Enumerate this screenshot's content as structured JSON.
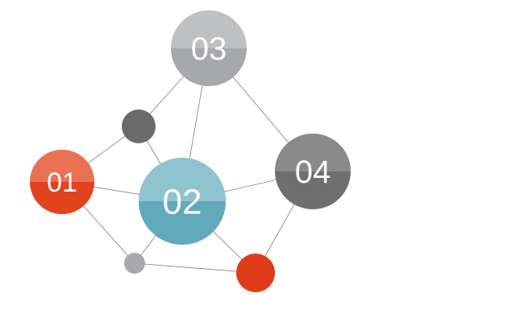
{
  "diagram": {
    "nodes": [
      {
        "id": "n01",
        "label": "01",
        "fill": "#e2431f",
        "gloss": "#e97255"
      },
      {
        "id": "n02",
        "label": "02",
        "fill": "#61a9bb",
        "gloss": "#90c3d0"
      },
      {
        "id": "n03",
        "label": "03",
        "fill": "#a7a8ab",
        "gloss": "#bfc0c2"
      },
      {
        "id": "n04",
        "label": "04",
        "fill": "#6f6f6f",
        "gloss": "#8a8a8a"
      },
      {
        "id": "dot-gray",
        "label": "",
        "fill": "#6b6b6b",
        "gloss": ""
      },
      {
        "id": "dot-light",
        "label": "",
        "fill": "#a9a9ad",
        "gloss": ""
      },
      {
        "id": "dot-red",
        "label": "",
        "fill": "#e03c1a",
        "gloss": ""
      }
    ],
    "edges": [
      [
        "n03",
        "dot-gray"
      ],
      [
        "n03",
        "n02"
      ],
      [
        "n03",
        "n04"
      ],
      [
        "dot-gray",
        "n01"
      ],
      [
        "dot-gray",
        "n02"
      ],
      [
        "n01",
        "n02"
      ],
      [
        "n01",
        "dot-light"
      ],
      [
        "n02",
        "n04"
      ],
      [
        "n02",
        "dot-light"
      ],
      [
        "n02",
        "dot-red"
      ],
      [
        "n04",
        "dot-red"
      ],
      [
        "dot-light",
        "dot-red"
      ]
    ]
  }
}
